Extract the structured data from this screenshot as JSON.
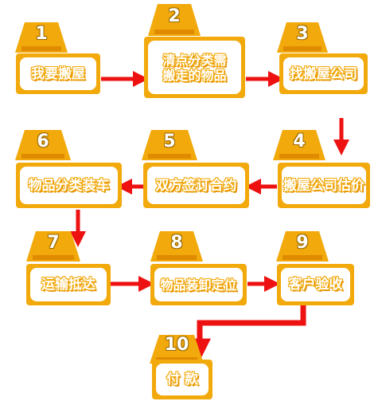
{
  "steps": [
    {
      "number": "1",
      "label": "我要搬屋"
    },
    {
      "number": "2",
      "label_line1": "清点分类需",
      "label_line2": "搬走的物品"
    },
    {
      "number": "3",
      "label": "找搬屋公司"
    },
    {
      "number": "4",
      "label": "搬屋公司估价"
    },
    {
      "number": "5",
      "label": "双方签订合约"
    },
    {
      "number": "6",
      "label": "物品分类装车"
    },
    {
      "number": "7",
      "label": "运输抵达"
    },
    {
      "number": "8",
      "label": "物品装卸定位"
    },
    {
      "number": "9",
      "label": "客户验收"
    },
    {
      "number": "10",
      "label": "付 款"
    }
  ],
  "colors": {
    "box": "#f2a90b",
    "arrow": "#ee1111",
    "text": "#ffffff"
  }
}
